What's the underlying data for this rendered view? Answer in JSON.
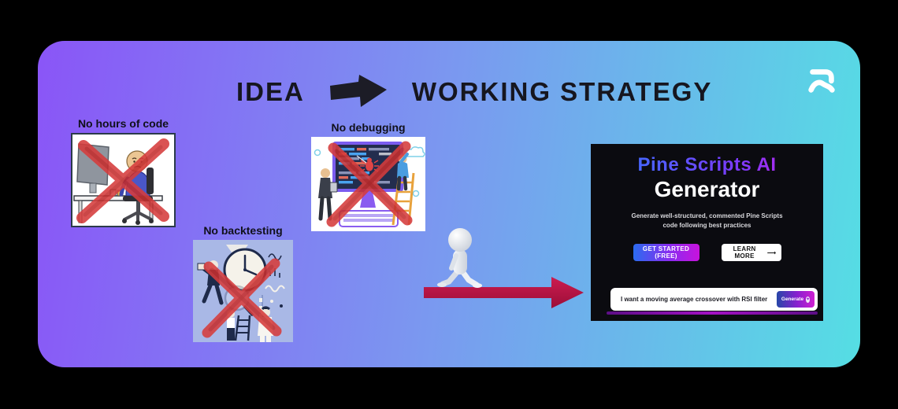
{
  "header": {
    "idea_label": "IDEA",
    "result_label": "WORKING STRATEGY"
  },
  "features": [
    {
      "label": "No hours of code",
      "illustration": "sad-coder-at-desk-crossed-out"
    },
    {
      "label": "No debugging",
      "illustration": "debugging-big-monitor-crossed-out"
    },
    {
      "label": "No backtesting",
      "illustration": "backtesting-clock-team-crossed-out"
    }
  ],
  "journey": {
    "figure": "white-3d-walking-figure",
    "arrow": "red-arrow-pointing-right"
  },
  "panel": {
    "title_accent": "Pine Scripts AI",
    "title_rest": "Generator",
    "subtitle_line1": "Generate well-structured, commented Pine Scripts",
    "subtitle_line2": "code following best practices",
    "get_started_label": "GET STARTED (FREE)",
    "learn_more_label": "LEARN MORE",
    "learn_more_arrow": "⟶",
    "prompt_value": "I want a moving average crossover with RSI filter",
    "generate_label": "Generate",
    "generate_icon": "✦"
  },
  "icons": {
    "logo": "r-swoosh-logo-icon",
    "title_arrow": "black-arrow-right-icon",
    "cross": "red-cross-icon",
    "sparkle": "sparkle-icon"
  },
  "colors": {
    "card_gradient_left": "#8a55f7",
    "card_gradient_mid": "#7b97f0",
    "card_gradient_right": "#55dee4",
    "heading_text": "#16161f",
    "cross_red": "#d63c3c",
    "journey_arrow_red": "#c2164a",
    "panel_bg": "#0b0b10",
    "panel_title_blue": "#2f7bff",
    "panel_title_magenta": "#d01fe0",
    "button_gradient_start": "#2b6cf0",
    "button_gradient_end": "#c813dd",
    "input_underline": "#a411c4"
  }
}
